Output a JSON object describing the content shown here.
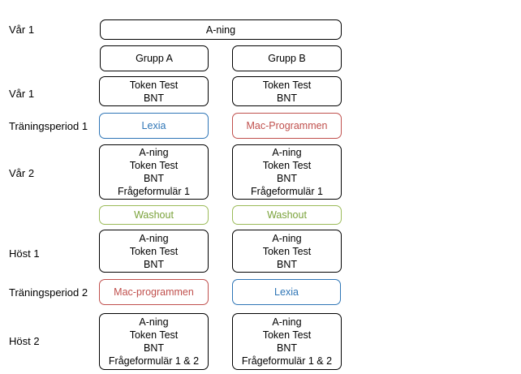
{
  "rows": {
    "var1_top": "Vår 1",
    "var1": "Vår 1",
    "training1": "Träningsperiod 1",
    "var2": "Vår 2",
    "host1": "Höst 1",
    "training2": "Träningsperiod 2",
    "host2": "Höst 2"
  },
  "top_box": "A-ning",
  "groups": {
    "a": "Grupp A",
    "b": "Grupp B"
  },
  "var1_tests": {
    "a": [
      "Token Test",
      "BNT"
    ],
    "b": [
      "Token Test",
      "BNT"
    ]
  },
  "training1": {
    "a": "Lexia",
    "b": "Mac-Programmen"
  },
  "var2_tests": {
    "a": [
      "A-ning",
      "Token Test",
      "BNT",
      "Frågeformulär  1"
    ],
    "b": [
      "A-ning",
      "Token Test",
      "BNT",
      "Frågeformulär  1"
    ]
  },
  "washout": {
    "a": "Washout",
    "b": "Washout"
  },
  "host1_tests": {
    "a": [
      "A-ning",
      "Token Test",
      "BNT"
    ],
    "b": [
      "A-ning",
      "Token Test",
      "BNT"
    ]
  },
  "training2": {
    "a": "Mac-programmen",
    "b": "Lexia"
  },
  "host2_tests": {
    "a": [
      "A-ning",
      "Token Test",
      "BNT",
      "Frågeformulär  1 & 2"
    ],
    "b": [
      "A-ning",
      "Token Test",
      "BNT",
      "Frågeformulär  1 & 2"
    ]
  },
  "colors": {
    "lexia": "#2e75b6",
    "mac": "#c0504d",
    "washout": "#9bbb59",
    "border": "#000000"
  }
}
